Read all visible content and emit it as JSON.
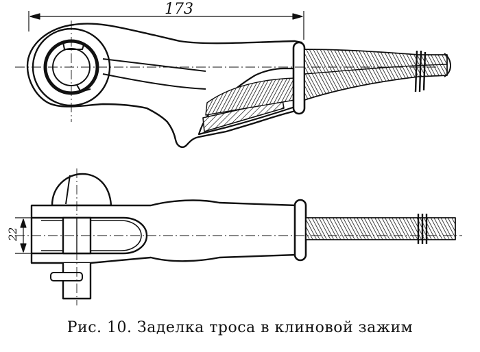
{
  "figure": {
    "dimension_length": "173",
    "dimension_width": "22"
  },
  "caption": {
    "text": "Рис. 10. Заделка троса в клиновой зажим"
  }
}
